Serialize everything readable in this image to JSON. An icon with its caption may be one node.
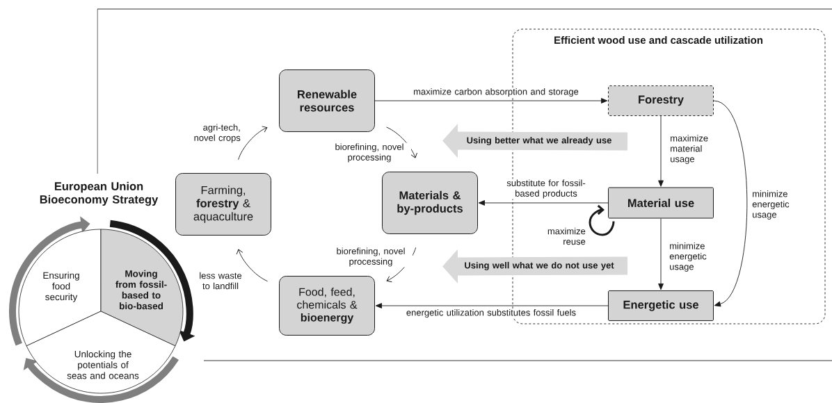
{
  "diagram": {
    "title": "European Union Bioeconomy Strategy",
    "nodes": [
      {
        "text": [
          "Efficient wood use and cascade utilization"
        ]
      },
      {
        "text": [
          "Renewable resources"
        ]
      },
      {
        "text": [
          "Farming, **forestry** & aquaculture"
        ]
      },
      {
        "text": [
          "Materials & by-products"
        ]
      },
      {
        "text": [
          "Food, feed, chemicals & **bioenergy**"
        ]
      },
      {
        "text": [
          "Forestry"
        ],
        "in": 0
      },
      {
        "text": [
          "Material use"
        ],
        "in": 0
      },
      {
        "text": [
          "Energetic use"
        ],
        "in": 0
      },
      {
        "text": [
          "Ensuring food security"
        ]
      },
      {
        "text": [
          "Moving from fossil-based to bio-based"
        ]
      },
      {
        "text": [
          "Unlocking the potentials of seas and oceans"
        ]
      }
    ],
    "edges": [
      {
        "from": 2,
        "to": 1,
        "arrow": "to",
        "label": "agri-tech, novel crops"
      },
      {
        "from": 1,
        "to": 3,
        "arrow": "to",
        "label": "biorefining, novel processing"
      },
      {
        "from": 3,
        "to": 4,
        "arrow": "to",
        "label": "biorefining, novel processing"
      },
      {
        "from": 4,
        "to": 2,
        "arrow": "to",
        "label": "less waste to landfill"
      },
      {
        "from": 1,
        "to": 5,
        "arrow": "to",
        "label": "maximize carbon absorption and storage"
      },
      {
        "from": 5,
        "to": 6,
        "arrow": "to",
        "label": "maximize material usage"
      },
      {
        "from": 6,
        "to": 3,
        "arrow": "to",
        "label": "substitute for fossil-based products"
      },
      {
        "from": 6,
        "to": 6,
        "arrow": "to",
        "label": "maximize reuse",
        "style": "thick"
      },
      {
        "from": 6,
        "to": 7,
        "arrow": "to",
        "label": "minimize energetic usage"
      },
      {
        "from": 5,
        "to": 7,
        "arrow": "to",
        "label": "minimize energetic usage"
      },
      {
        "from": 7,
        "to": 4,
        "arrow": "to",
        "label": "energetic utilization substitutes fossil fuels"
      },
      {
        "from": 5,
        "to": 3,
        "arrow": "to",
        "label": "Using better what we already use",
        "style": "thick",
        "color": "#d9d9d9"
      },
      {
        "from": 7,
        "to": 3,
        "arrow": "to",
        "label": "Using well what we do not use yet",
        "style": "thick",
        "color": "#d9d9d9"
      }
    ]
  }
}
